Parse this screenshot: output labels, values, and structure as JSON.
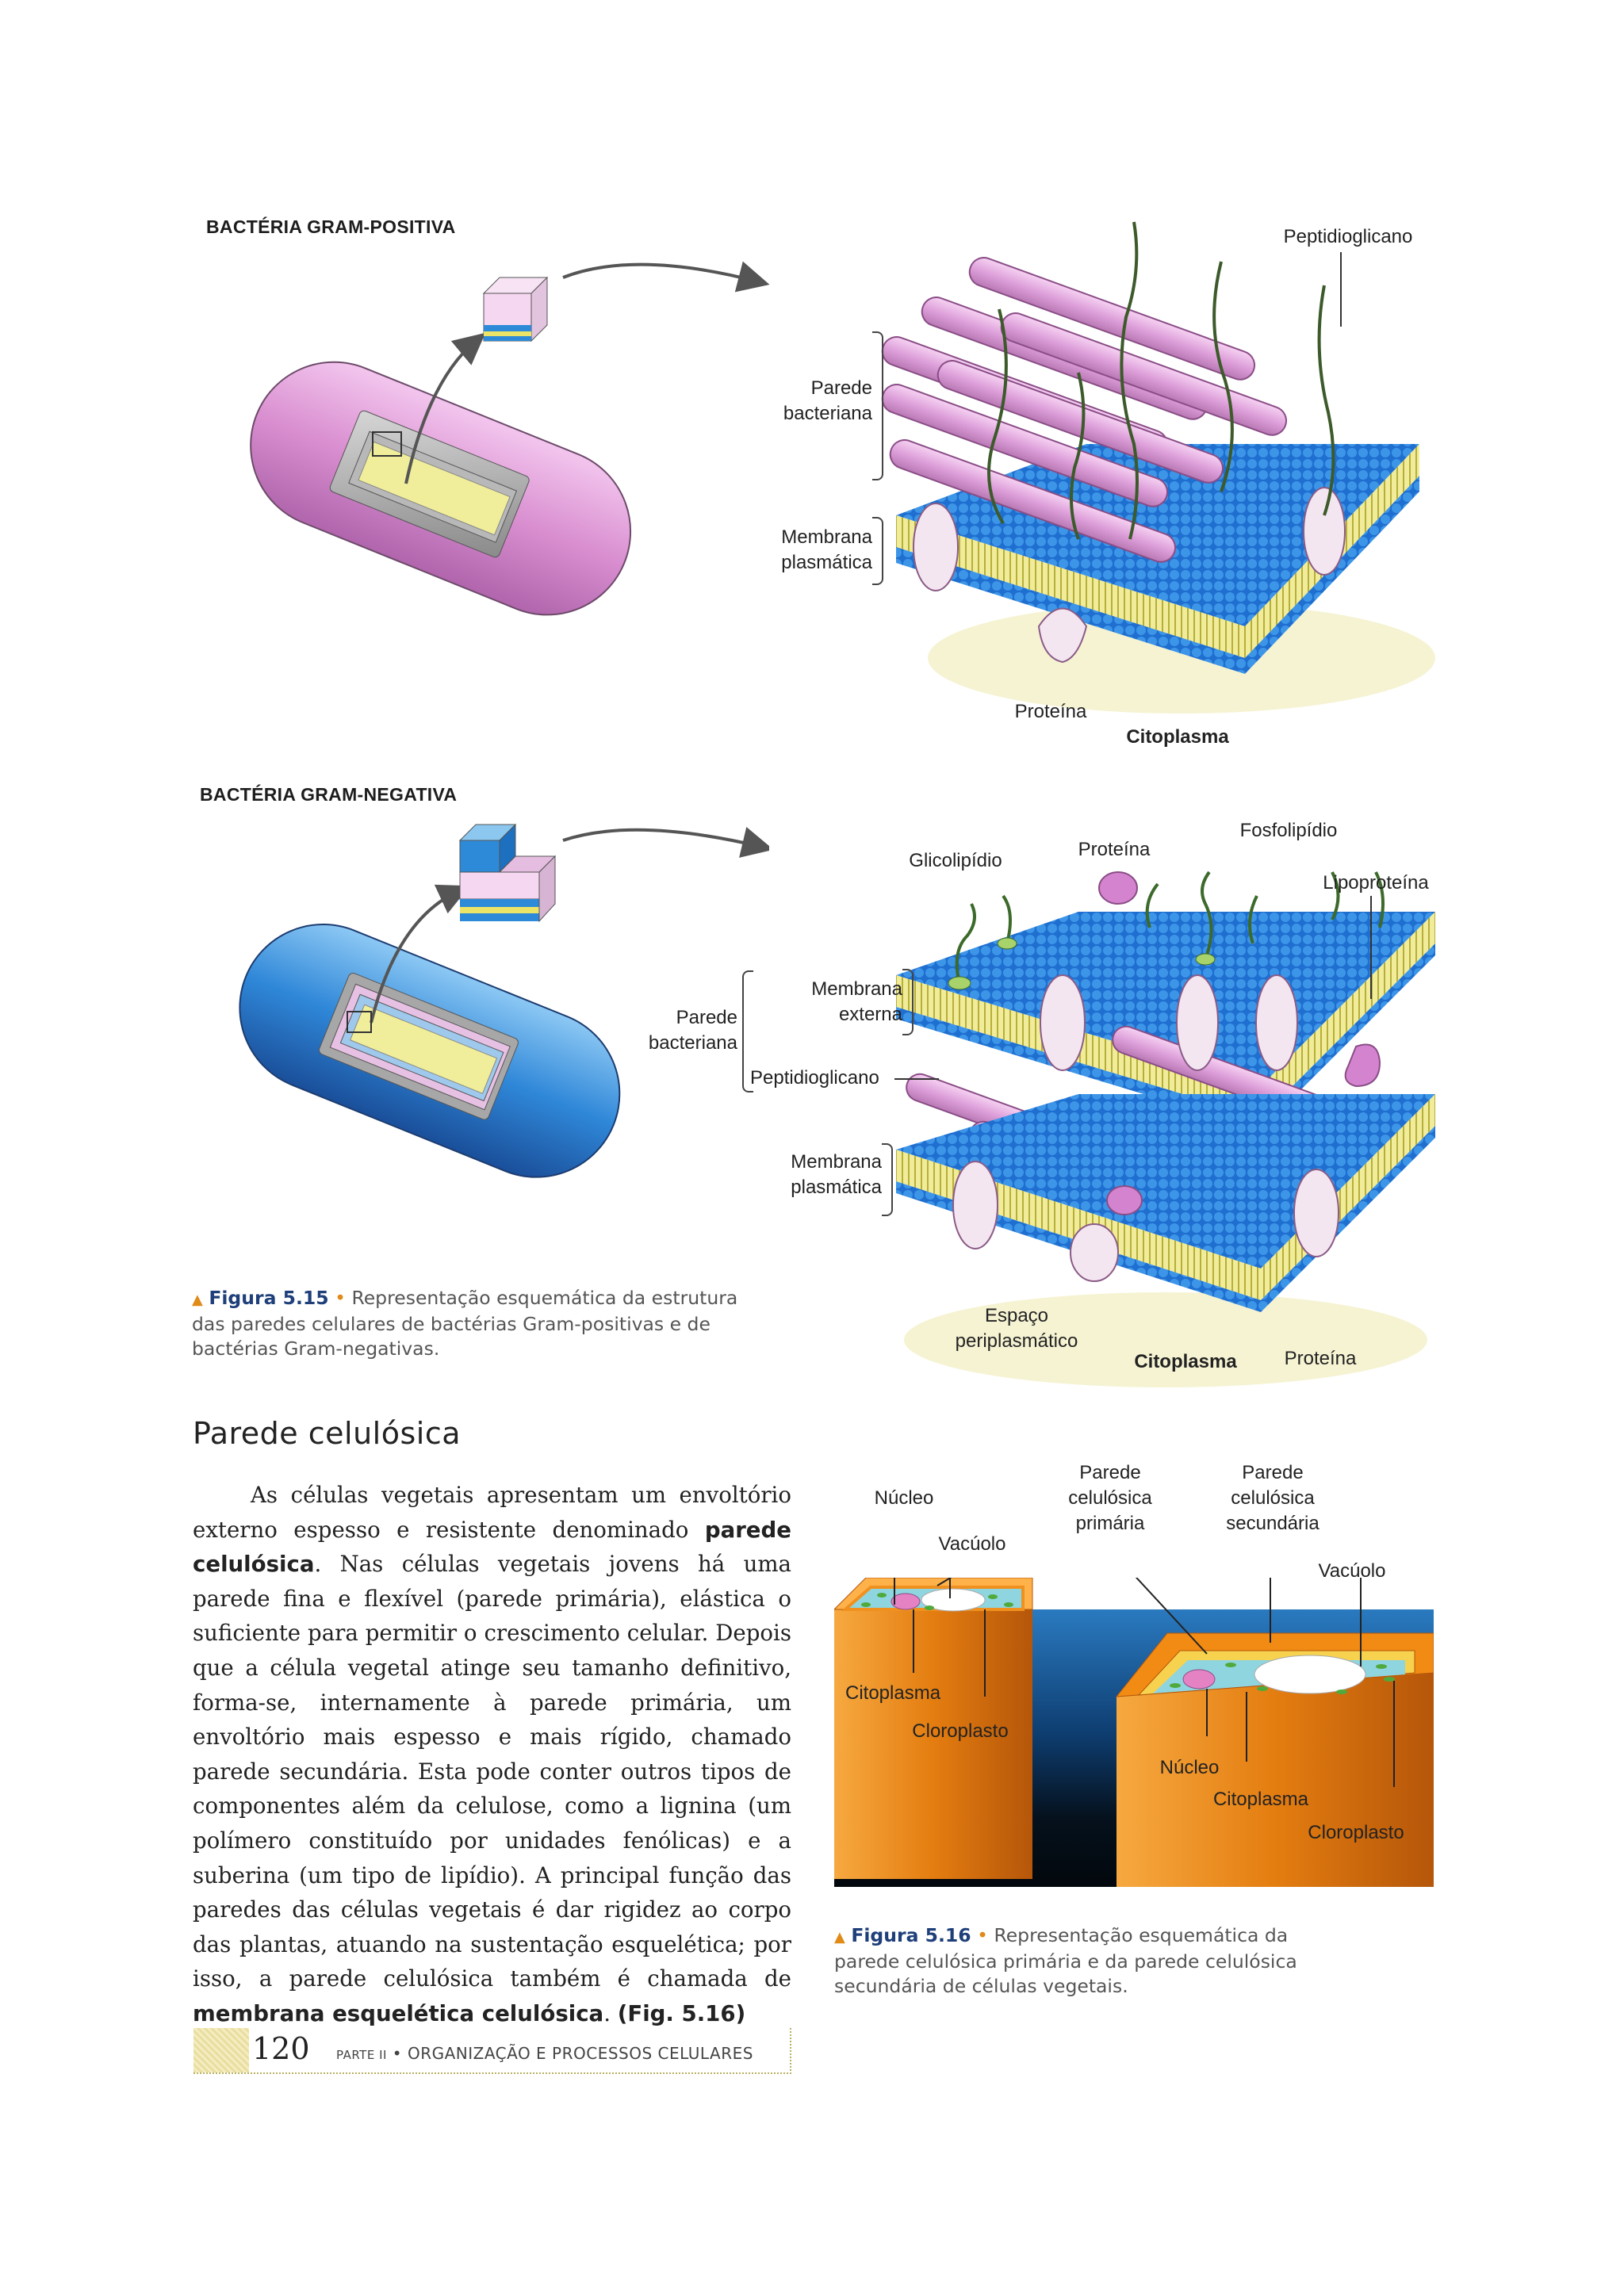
{
  "figure_15": {
    "gram_positive_title": "BACTÉRIA GRAM-POSITIVA",
    "gram_negative_title": "BACTÉRIA GRAM-NEGATIVA",
    "pos_labels": {
      "peptidoglicano": "Peptidioglicano",
      "parede": "Parede bacteriana",
      "membrana": "Membrana plasmática",
      "proteina": "Proteína",
      "citoplasma": "Citoplasma"
    },
    "neg_labels": {
      "glicolipidio": "Glicolipídio",
      "proteina_top": "Proteína",
      "fosfolipidio": "Fosfolipídio",
      "lipoproteina": "Lipoproteína",
      "membrana_externa": "Membrana externa",
      "parede": "Parede bacteriana",
      "peptidoglicano": "Peptidioglicano",
      "membrana_plasmatica": "Membrana plasmática",
      "espaco": "Espaço periplasmático",
      "citoplasma": "Citoplasma",
      "proteina_bottom": "Proteína"
    },
    "caption_fig": "Figura 5.15",
    "caption_text": "Representação esquemática da estrutura das paredes celulares de bactérias Gram-positivas e de bactérias Gram-negativas."
  },
  "section": {
    "heading": "Parede celulósica",
    "body_html_parts": [
      "As células vegetais apresentam um envoltório externo espesso e resistente denominado ",
      "parede celulósica",
      ". Nas células vegetais jovens há uma parede fina e flexível (parede primária), elástica o suficiente para permitir o crescimento celular. Depois que a célula vegetal atinge seu tamanho definitivo, forma-se, internamente à parede primária, um envoltório mais espesso e mais rígido, chamado parede secundária. Esta pode conter outros tipos de componentes além da celulose, como a lignina (um polímero constituído por unidades fenólicas) e a suberina (um tipo de lipídio). A principal função das paredes das células vegetais é dar rigidez ao corpo das plantas, atuando na sustentação esquelética; por isso, a parede celulósica também é chamada de ",
      "membrana esquelética celulósica",
      ". ",
      "(Fig. 5.16)"
    ]
  },
  "figure_16": {
    "labels": {
      "nucleo_top": "Núcleo",
      "vacuolo_top": "Vacúolo",
      "parede_primaria": "Parede celulósica primária",
      "parede_secundaria": "Parede celulósica secundária",
      "vacuolo_right": "Vacúolo",
      "citoplasma_left": "Citoplasma",
      "cloroplasto_left": "Cloroplasto",
      "nucleo_bottom": "Núcleo",
      "citoplasma_bottom": "Citoplasma",
      "cloroplasto_bottom": "Cloroplasto"
    },
    "caption_fig": "Figura 5.16",
    "caption_text": "Representação esquemática da parede celulósica primária e da parede celulósica secundária de células vegetais."
  },
  "footer": {
    "page_number": "120",
    "part": "PARTE II",
    "title": "ORGANIZAÇÃO E PROCESSOS CELULARES"
  },
  "colors": {
    "gram_pos_body": "#d98fd0",
    "gram_neg_body": "#2f87d8",
    "membrane_blue": "#2b7fd6",
    "peptidoglycan_pink": "#e4a6e0",
    "lipid_tail_yellow": "#e9e27a",
    "plant_wall_orange": "#f0901e",
    "figure_accent": "#e08a18",
    "caption_title_blue": "#1e3f7a"
  }
}
